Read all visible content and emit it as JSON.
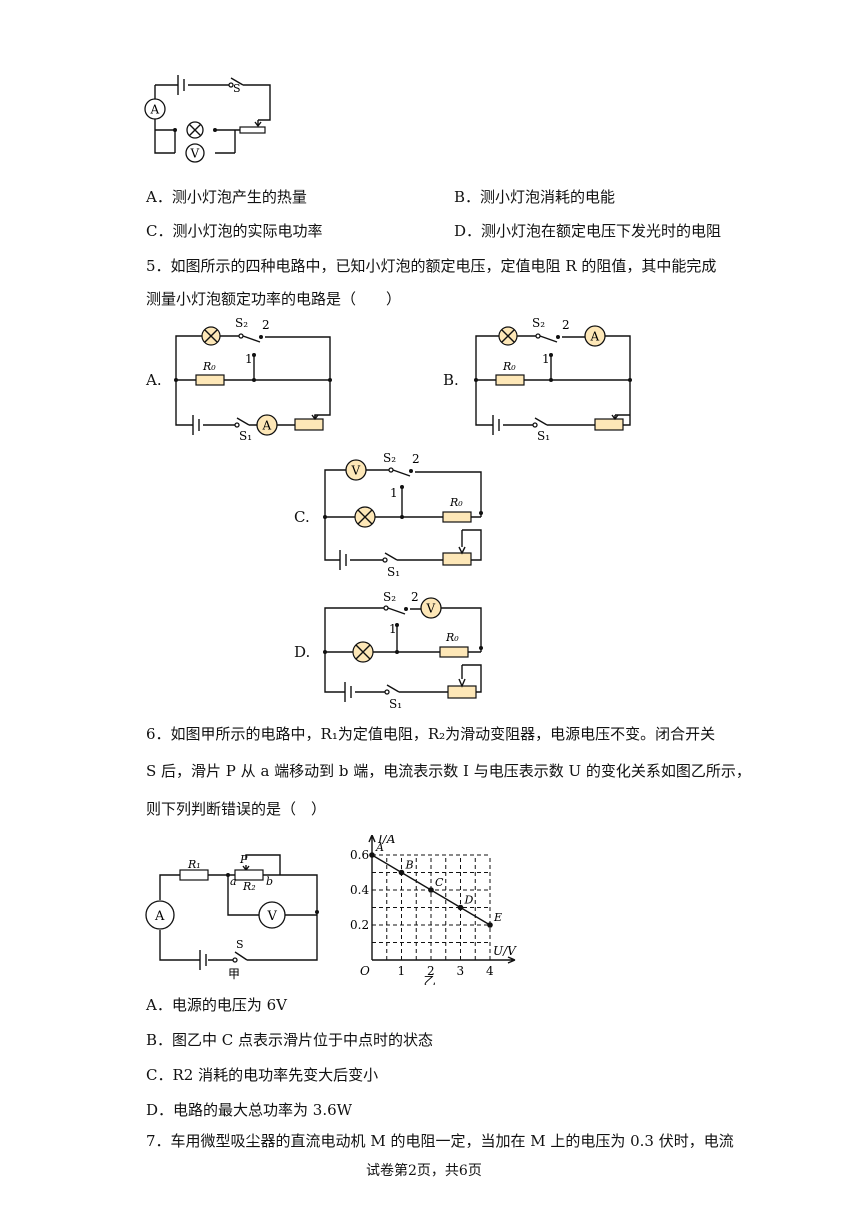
{
  "q4": {
    "circuit_labels": {
      "switch": "S",
      "ammeter": "A",
      "voltmeter": "V"
    },
    "options": {
      "A": "A．测小灯泡产生的热量",
      "B": "B．测小灯泡消耗的电能",
      "C": "C．测小灯泡的实际电功率",
      "D": "D．测小灯泡在额定电压下发光时的电阻"
    }
  },
  "q5": {
    "stem_line1": "5．如图所示的四种电路中，已知小灯泡的额定电压，定值电阻 R 的阻值，其中能完成",
    "stem_line2": "测量小灯泡额定功率的电路是（　　）",
    "labels": {
      "A": "A.",
      "B": "B.",
      "C": "C.",
      "D": "D.",
      "s2": "S₂",
      "s1": "S₁",
      "r0": "R₀",
      "pos1": "1",
      "pos2": "2",
      "ammeter": "A",
      "voltmeter": "V"
    }
  },
  "q6": {
    "stem_line1": "6．如图甲所示的电路中，R₁为定值电阻，R₂为滑动变阻器，电源电压不变。闭合开关",
    "stem_line2": "S 后，滑片 P 从 a 端移动到 b 端，电流表示数 I 与电压表示数 U 的变化关系如图乙所示，",
    "stem_line3": "则下列判断错误的是（　）",
    "jia": {
      "r1": "R₁",
      "r2": "R₂",
      "p": "P",
      "a": "a",
      "b": "b",
      "ammeter": "A",
      "voltmeter": "V",
      "switch": "S",
      "caption": "甲"
    },
    "options": {
      "A": "A．电源的电压为 6V",
      "B": "B．图乙中 C 点表示滑片位于中点时的状态",
      "C": "C．R2 消耗的电功率先变大后变小",
      "D": "D．电路的最大总功率为 3.6W"
    }
  },
  "chart_data": {
    "type": "line",
    "caption": "乙",
    "xlabel": "U/V",
    "ylabel": "I/A",
    "origin_label": "O",
    "xlim": [
      0,
      4
    ],
    "ylim": [
      0,
      0.6
    ],
    "x_ticks": [
      "1",
      "2",
      "3",
      "4"
    ],
    "y_ticks": [
      "0.2",
      "0.4",
      "0.6"
    ],
    "grid": true,
    "points": [
      {
        "label": "A",
        "x": 0,
        "y": 0.6
      },
      {
        "label": "B",
        "x": 1,
        "y": 0.5
      },
      {
        "label": "C",
        "x": 2,
        "y": 0.4
      },
      {
        "label": "D",
        "x": 3,
        "y": 0.3
      },
      {
        "label": "E",
        "x": 4,
        "y": 0.2
      }
    ]
  },
  "q7": {
    "stem_line1": "7．车用微型吸尘器的直流电动机 M 的电阻一定，当加在 M 上的电压为 0.3 伏时，电流"
  },
  "footer": "试卷第2页，共6页"
}
